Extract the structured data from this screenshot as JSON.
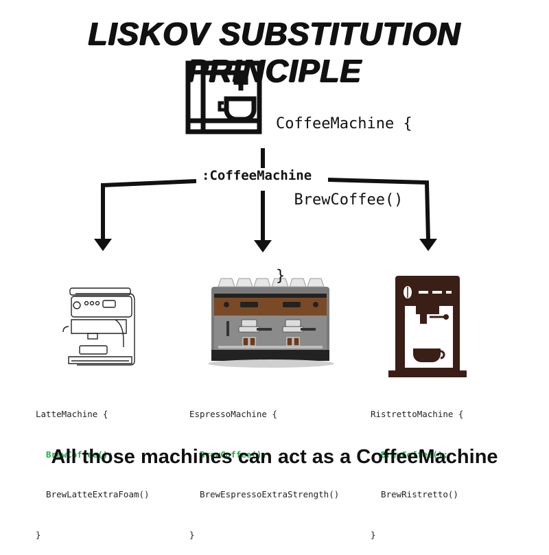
{
  "title": "LISKOV SUBSTITUTION PRINCIPLE",
  "base_class": {
    "icon": "coffee-machine-icon",
    "code_lines": [
      "CoffeeMachine {",
      "  BrewCoffee()",
      "}"
    ]
  },
  "connector_label": ":CoffeeMachine",
  "subclasses": [
    {
      "icon": "latte-machine-icon",
      "code": {
        "open": "LatteMachine {",
        "inherited": "  BrewCoffee();",
        "extra": "  BrewLatteExtraFoam()",
        "close": "}"
      }
    },
    {
      "icon": "espresso-machine-icon",
      "code": {
        "open": "EspressoMachine {",
        "inherited": "  BrewCoffee();",
        "extra": "  BrewEspressoExtraStrength()",
        "close": "}"
      }
    },
    {
      "icon": "ristretto-machine-icon",
      "code": {
        "open": "RistrettoMachine {",
        "inherited": "  BrewCoffee();",
        "extra": "  BrewRistretto()",
        "close": "}"
      }
    }
  ],
  "footer": "All those machines can act as a CoffeeMachine",
  "colors": {
    "inherited_method": "#1faa4a",
    "ristretto_body": "#3a1f17",
    "espresso_wood": "#7a4a26"
  }
}
